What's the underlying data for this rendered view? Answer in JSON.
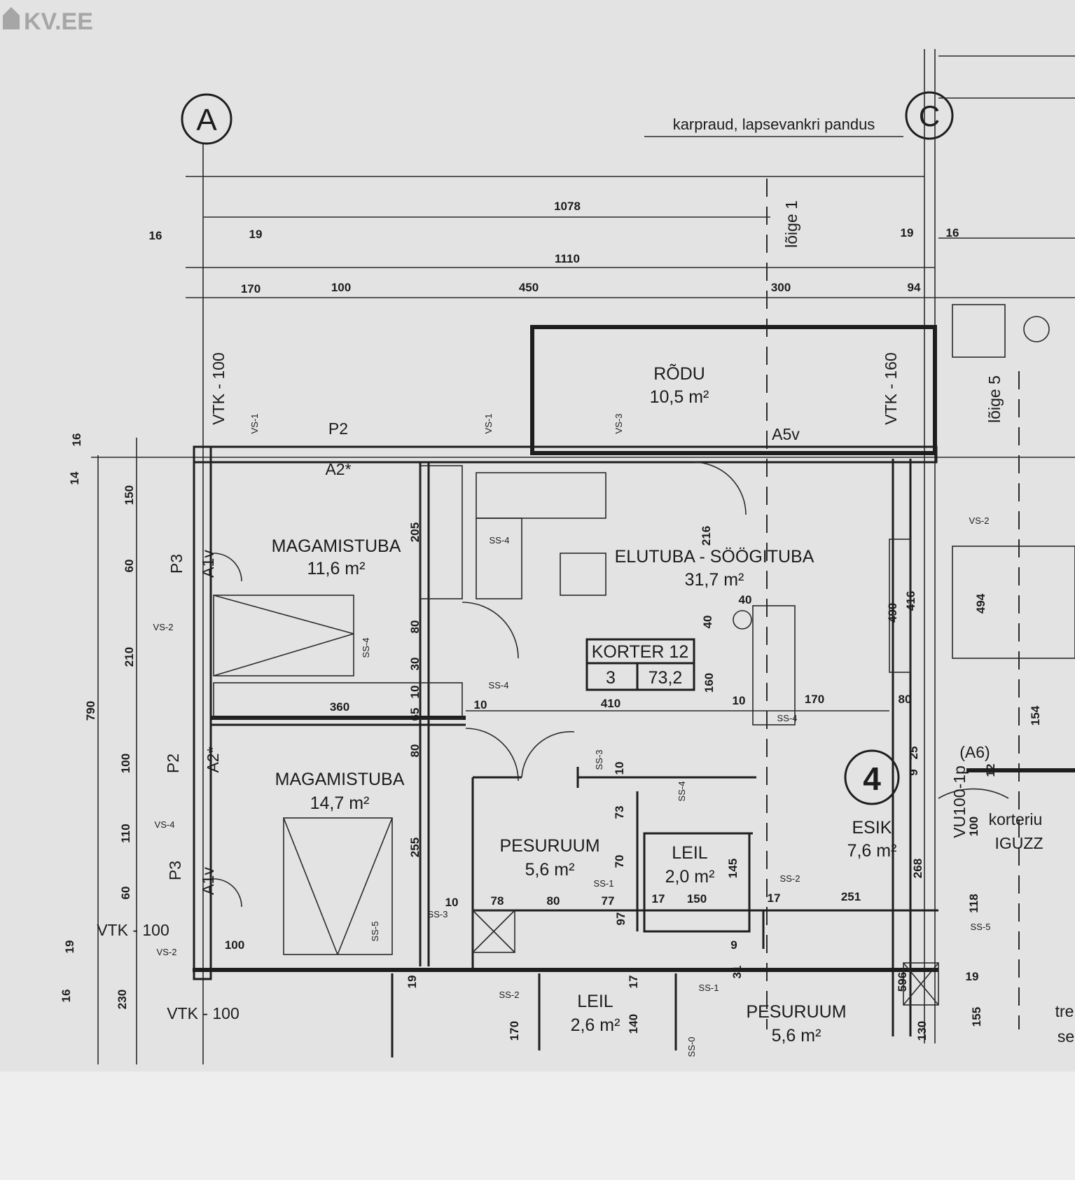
{
  "logo": {
    "text": "KV.EE"
  },
  "grid": {
    "a": "A",
    "c": "C",
    "four": "4"
  },
  "note_top": "karpraud, lapsevankri pandus",
  "sections": {
    "s1": "lõige 1",
    "s5": "lõige 5"
  },
  "rooms": [
    {
      "name": "RÕDU",
      "area": "10,5 m²"
    },
    {
      "name": "MAGAMISTUBA",
      "area": "11,6 m²"
    },
    {
      "name": "ELUTUBA - SÖÖGITUBA",
      "area": "31,7 m²"
    },
    {
      "name": "MAGAMISTUBA",
      "area": "14,7 m²"
    },
    {
      "name": "PESURUUM",
      "area": "5,6 m²"
    },
    {
      "name": "LEIL",
      "area": "2,0 m²"
    },
    {
      "name": "ESIK",
      "area": "7,6 m²"
    },
    {
      "name": "LEIL",
      "area": "2,6 m²"
    },
    {
      "name": "PESURUUM",
      "area": "5,6 m²"
    }
  ],
  "apartment": {
    "label": "KORTER 12",
    "rooms": "3",
    "area": "73,2"
  },
  "neighbor": {
    "line1": "korteriu",
    "line2": "IGUZZ",
    "stair1": "tre",
    "stair2": "se"
  },
  "walls": {
    "vtk100_top": "VTK - 100",
    "vtk160": "VTK - 160",
    "vtk100_a": "VTK - 100",
    "vtk100_b": "VTK - 100",
    "vu": "VU100-1p",
    "a6": "(A6)",
    "a5v": "A5v"
  },
  "windows": [
    "P2",
    "A2*",
    "P3",
    "A1v",
    "P2",
    "A2*",
    "P3",
    "A1v"
  ],
  "tags": [
    "VS-1",
    "VS-1",
    "VS-3",
    "VS-2",
    "VS-4",
    "VS-2",
    "VS-2",
    "SS-4",
    "SS-4",
    "SS-4",
    "SS-4",
    "SS-4",
    "SS-3",
    "SS-3",
    "SS-1",
    "SS-2",
    "SS-5",
    "SS-5",
    "SS-2",
    "SS-1",
    "SS-0"
  ],
  "dimensions_top": [
    "1078",
    "16",
    "19",
    "1110",
    "170",
    "100",
    "450",
    "300",
    "94",
    "19",
    "16"
  ],
  "dimensions_left": [
    "14",
    "16",
    "150",
    "60",
    "210",
    "790",
    "100",
    "110",
    "60",
    "19",
    "16",
    "230",
    "100"
  ],
  "dimensions_inner": [
    "205",
    "216",
    "40",
    "40",
    "80",
    "30",
    "10",
    "65",
    "80",
    "255",
    "360",
    "410",
    "10",
    "10",
    "170",
    "160",
    "80",
    "490",
    "416",
    "494",
    "154",
    "25",
    "9",
    "12",
    "100",
    "268",
    "118",
    "19",
    "596",
    "130",
    "155",
    "10",
    "78",
    "80",
    "77",
    "17",
    "150",
    "145",
    "17",
    "251",
    "97",
    "9",
    "31",
    "70",
    "73",
    "10",
    "19",
    "17",
    "170",
    "140"
  ]
}
